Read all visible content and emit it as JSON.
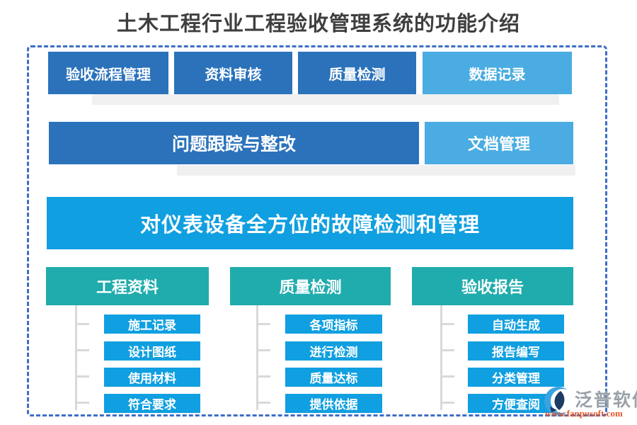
{
  "title": "土木工程行业工程验收管理系统的功能介绍",
  "colors": {
    "dark_blue": "#2b72bb",
    "light_blue": "#4aace2",
    "azure": "#109fe0",
    "teal": "#20acad",
    "border_blue": "#3e6ec5",
    "shadow_gray": "#f0f0f0",
    "tree_gray": "#d9d9d9",
    "title_gray": "#3e3e3e",
    "logo_gray": "#99a1a8",
    "logo_orange": "#e4582b"
  },
  "feature_row1": {
    "items": [
      {
        "label": "验收流程管理",
        "variant": "dark"
      },
      {
        "label": "资料审核",
        "variant": "dark"
      },
      {
        "label": "质量检测",
        "variant": "dark"
      },
      {
        "label": "数据记录",
        "variant": "light"
      }
    ]
  },
  "feature_row2": {
    "wide": {
      "label": "问题跟踪与整改"
    },
    "side": {
      "label": "文档管理"
    }
  },
  "banner": {
    "label": "对仪表设备全方位的故障检测和管理"
  },
  "columns": [
    {
      "header": "工程资料",
      "items": [
        "施工记录",
        "设计图纸",
        "使用材料",
        "符合要求"
      ]
    },
    {
      "header": "质量检测",
      "items": [
        "各项指标",
        "进行检测",
        "质量达标",
        "提供依据"
      ]
    },
    {
      "header": "验收报告",
      "items": [
        "自动生成",
        "报告编写",
        "分类管理",
        "方便查阅"
      ]
    }
  ],
  "logo": {
    "name": "泛普软件",
    "website": "www.fanpusoft.com"
  }
}
